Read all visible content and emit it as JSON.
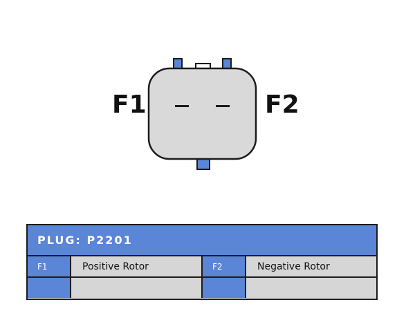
{
  "diagram": {
    "pin_left_label": "F1",
    "pin_right_label": "F2",
    "colors": {
      "housing_fill": "#d9d9d9",
      "housing_stroke": "#1b1b1b",
      "tab_fill": "#5b85d6"
    }
  },
  "plug_table": {
    "header": "PLUG: P2201",
    "rows": [
      {
        "pin_a": "F1",
        "desc_a": "Positive Rotor",
        "pin_b": "F2",
        "desc_b": "Negative Rotor"
      },
      {
        "pin_a": "",
        "desc_a": "",
        "pin_b": "",
        "desc_b": ""
      }
    ],
    "colors": {
      "header_bg": "#5b85d6",
      "pin_cell_bg": "#5b85d6",
      "desc_cell_bg": "#d6d6d6"
    }
  }
}
